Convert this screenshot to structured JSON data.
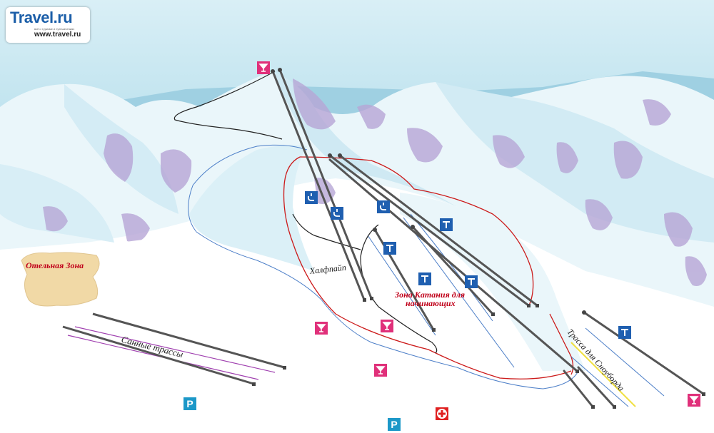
{
  "logo": {
    "brand": "Travel.ru",
    "tagline": "всё о туризме и путешествиях",
    "url": "www.travel.ru"
  },
  "labels": {
    "hotel_zone": "Отельная Зона",
    "beginner_zone_line1": "Зона Катания для",
    "beginner_zone_line2": "начинающих",
    "halfpipe": "Халфпайп",
    "sled_tracks": "Санные трассы",
    "snowboard_track": "Трасса для Сноуборда"
  },
  "colors": {
    "sky": "#c8e6f0",
    "snow": "#ffffff",
    "shadow": "#bfe2ee",
    "rock": "#b7a6d6",
    "hotel_zone": "#f1d9a6",
    "zone_label": "#c0001a",
    "piste_red": "#cc1a1a",
    "piste_blue": "#4d7fc8",
    "lift": "#555555",
    "sled": "#a040b0",
    "bar_icon": "#e0307a",
    "lift_icon": "#1f5fb0",
    "parking_icon": "#1c98c8",
    "first_aid": "#e02020"
  },
  "icons": {
    "bar": "cocktail-glass",
    "tbar_lift": "t-bar-lift",
    "chair_lift": "chair-lift",
    "parking": "P",
    "first_aid": "red-cross"
  }
}
